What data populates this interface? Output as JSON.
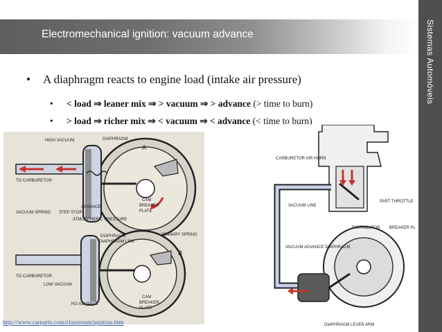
{
  "slide": {
    "title": "Electromechanical ignition: vacuum advance",
    "side_label": "Sistemas Automóveis",
    "bullet_main": "A diaphragm reacts to engine load (intake air pressure)",
    "sub_bullets": [
      {
        "bold": "< load ⇒ leaner mix ⇒ > vacuum ⇒ > advance",
        "normal": " (> time to burn)"
      },
      {
        "bold": "> load ⇒ richer mix ⇒ < vacuum ⇒ < advance",
        "normal": " (< time to burn)"
      }
    ],
    "credit_link": "http://www.carparts.com/classroom/ignition.htm"
  },
  "left_figure": {
    "labels": [
      "HIGH VACUUM",
      "DIAPHRAGM",
      "A",
      "TO CARBURETOR",
      "VACUUM SPRING",
      "STEP STOP",
      "ADVANCE",
      "ATMOSPHERIC PRESSURE",
      "CAM",
      "BREAKER",
      "PLATE",
      "DIAPHRAGM",
      "DIAPHRAGM LINK",
      "PRIMARY SPRING",
      "B",
      "TO CARBURETOR",
      "LOW VACUUM",
      "NO ADVANCE",
      "CAM",
      "BREAKER",
      "PLATE"
    ]
  },
  "right_figure": {
    "labels": [
      "CARBURETOR AIR HORN",
      "PART THROTTLE",
      "VACUUM LINE",
      "DISTRIBUTOR",
      "BREAKER PLATE",
      "VACUUM ADVANCE DIAPHRAGM",
      "DIAPHRAGM LEVER ARM"
    ]
  },
  "colors": {
    "side_strip": "#4f4f4f",
    "title_band_start": "#5e5e5e",
    "arrow_red": "#c8322c"
  }
}
